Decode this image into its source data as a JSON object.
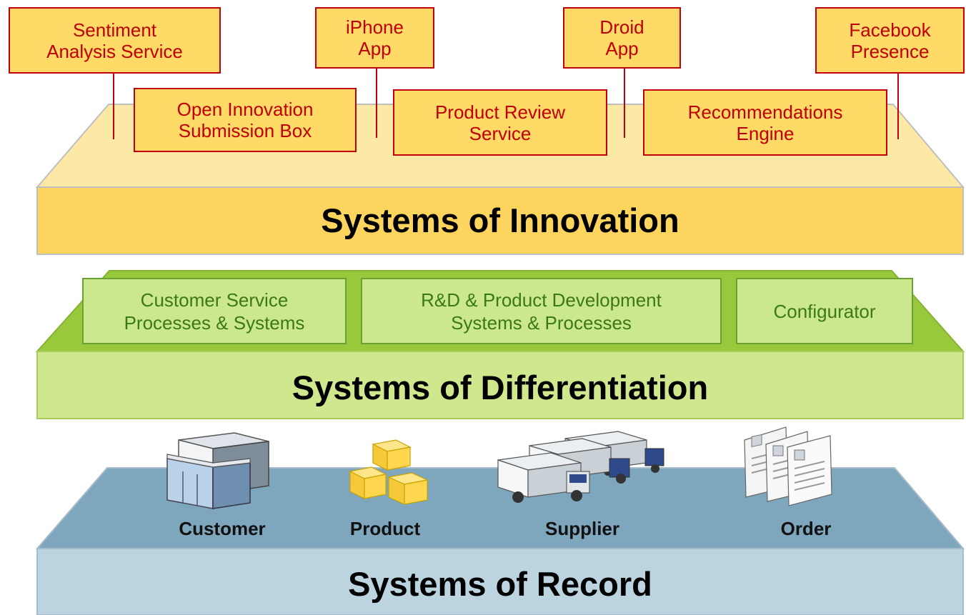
{
  "tiers": {
    "innovation": {
      "title": "Systems of Innovation",
      "items": [
        {
          "label": "Sentiment\nAnalysis Service"
        },
        {
          "label": "Open Innovation\nSubmission Box"
        },
        {
          "label": "iPhone\nApp"
        },
        {
          "label": "Product Review\nService"
        },
        {
          "label": "Droid\nApp"
        },
        {
          "label": "Recommendations\nEngine"
        },
        {
          "label": "Facebook\nPresence"
        }
      ]
    },
    "differentiation": {
      "title": "Systems of Differentiation",
      "items": [
        {
          "label": "Customer Service\nProcesses & Systems"
        },
        {
          "label": "R&D & Product Development\nSystems & Processes"
        },
        {
          "label": "Configurator"
        }
      ]
    },
    "record": {
      "title": "Systems of Record",
      "items": [
        {
          "label": "Customer",
          "icon": "building-icon"
        },
        {
          "label": "Product",
          "icon": "boxes-icon"
        },
        {
          "label": "Supplier",
          "icon": "trucks-icon"
        },
        {
          "label": "Order",
          "icon": "documents-icon"
        }
      ]
    }
  },
  "colors": {
    "innovation_top": "#fde9a6",
    "innovation_front": "#fdd45d",
    "innovation_box": "#ffda66",
    "innovation_box_border": "#c0000c",
    "differentiation_top": "#98c93c",
    "differentiation_front": "#cfe88d",
    "record_top": "#7ea6bd",
    "record_front": "#bcd3e0"
  }
}
